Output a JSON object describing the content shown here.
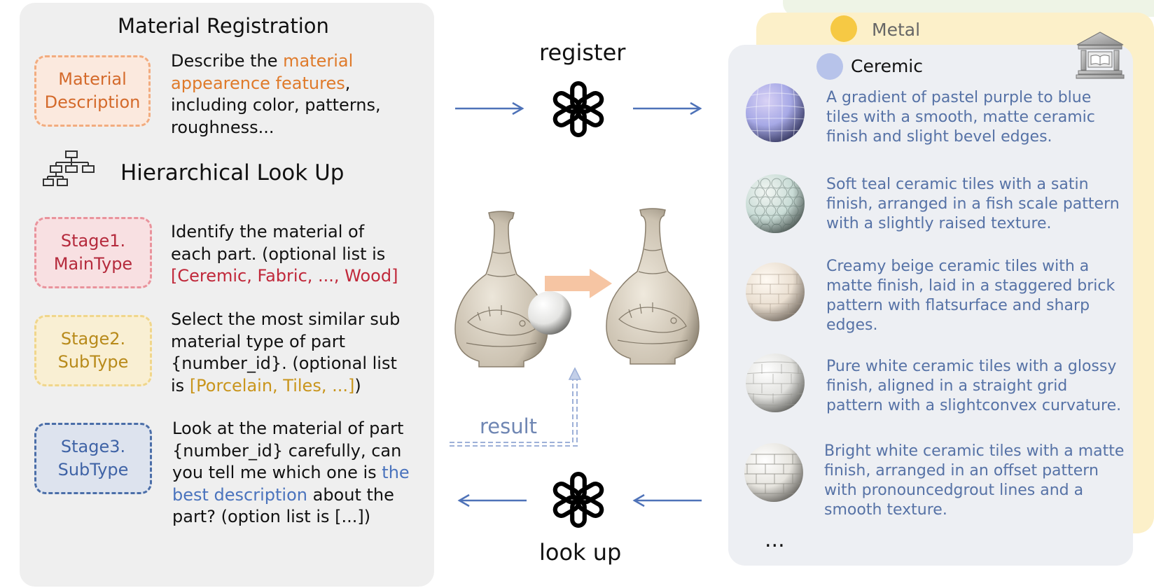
{
  "registration": {
    "title": "Material Registration",
    "tag": [
      "Material",
      "Description"
    ],
    "text_pre": "Describe the ",
    "text_highlight": "material appearence features",
    "text_post": ", including color, patterns, roughness..."
  },
  "lookup": {
    "title": "Hierarchical Look Up",
    "stages": [
      {
        "tag": [
          "Stage1.",
          "MainType"
        ],
        "text_pre": "Identify the material of each part. (optional list is ",
        "text_highlight": "[Ceremic, Fabric, ..., Wood]",
        "text_post": ""
      },
      {
        "tag": [
          "Stage2.",
          "SubType"
        ],
        "text_pre": "Select the most similar sub material type of part {number_id}. (optional list is ",
        "text_highlight": "[Porcelain, Tiles, ...]",
        "text_post": ")"
      },
      {
        "tag": [
          "Stage3.",
          "SubType"
        ],
        "text_pre": "Look at the material of part {number_id} carefully, can you tell me which one is ",
        "text_highlight": "the best description",
        "text_post": " about the part? (option list is [...])"
      }
    ]
  },
  "center": {
    "register_label": "register",
    "lookup_label": "look up",
    "result_label": "result"
  },
  "library": {
    "categories": [
      {
        "name": "Metal",
        "color": "#f6c944"
      },
      {
        "name": "Ceremic",
        "color": "#b7c3ea"
      }
    ],
    "materials": [
      {
        "text": "A gradient of pastel purple to blue tiles with a smooth, matte ceramic finish and slight bevel edges."
      },
      {
        "text": "Soft teal ceramic tiles with a satin finish, arranged in a fish scale pattern with a slightly raised texture."
      },
      {
        "text": "Creamy beige ceramic tiles with a matte finish, laid in a staggered brick pattern with flatsurface and sharp edges."
      },
      {
        "text": "Pure white ceramic tiles with a glossy finish, aligned in a straight grid pattern with a slightconvex curvature."
      },
      {
        "text": "Bright white ceramic tiles with a matte finish, arranged in an offset pattern with pronouncedgrout lines and a smooth texture."
      }
    ],
    "ellipsis": "..."
  },
  "colors": {
    "arrow_blue": "#4e72b8",
    "arrow_orange": "#f6c5a3"
  }
}
